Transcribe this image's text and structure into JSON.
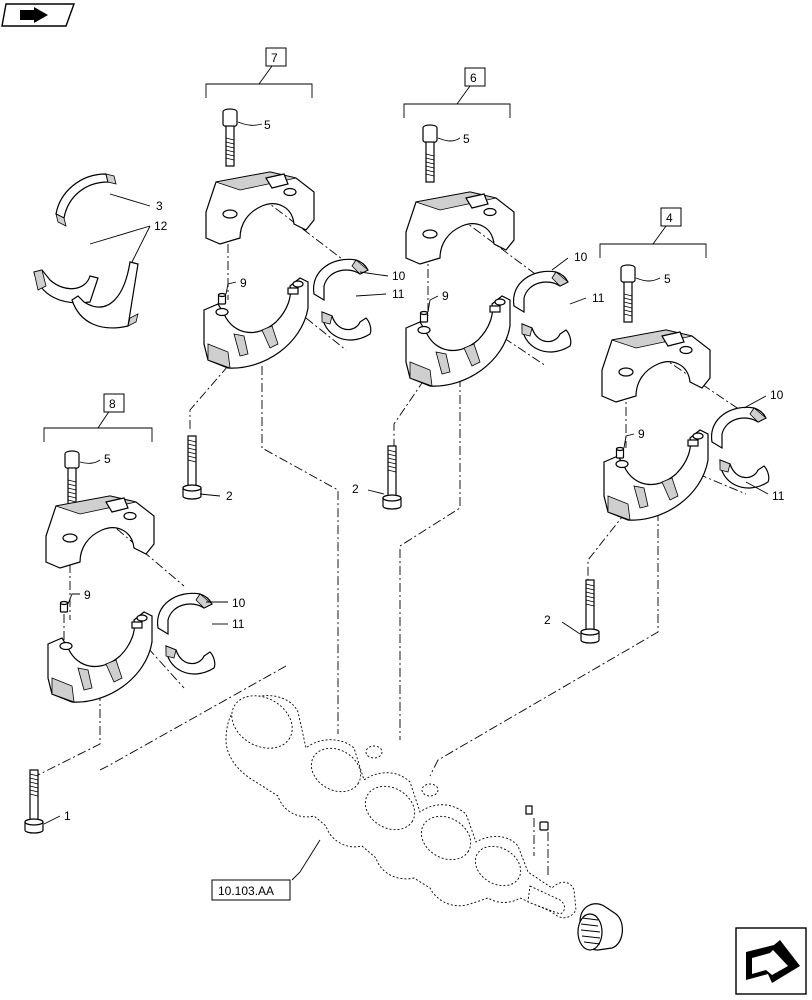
{
  "callouts": {
    "c1": "1",
    "c2a": "2",
    "c2b": "2",
    "c2c": "2",
    "c3": "3",
    "c12": "12",
    "c5a": "5",
    "c5b": "5",
    "c5c": "5",
    "c5d": "5",
    "c9a": "9",
    "c9b": "9",
    "c9c": "9",
    "c9d": "9",
    "c10a": "10",
    "c10b": "10",
    "c10c": "10",
    "c10d": "10",
    "c11a": "11",
    "c11b": "11",
    "c11c": "11",
    "c11d": "11"
  },
  "groups": {
    "g7": "7",
    "g6": "6",
    "g4": "4",
    "g8": "8"
  },
  "reference": {
    "crankshaft_ref": "10.103.AA"
  },
  "icons": {
    "top_left": "book-arrow-icon",
    "bottom_right": "next-page-arrow-icon"
  }
}
